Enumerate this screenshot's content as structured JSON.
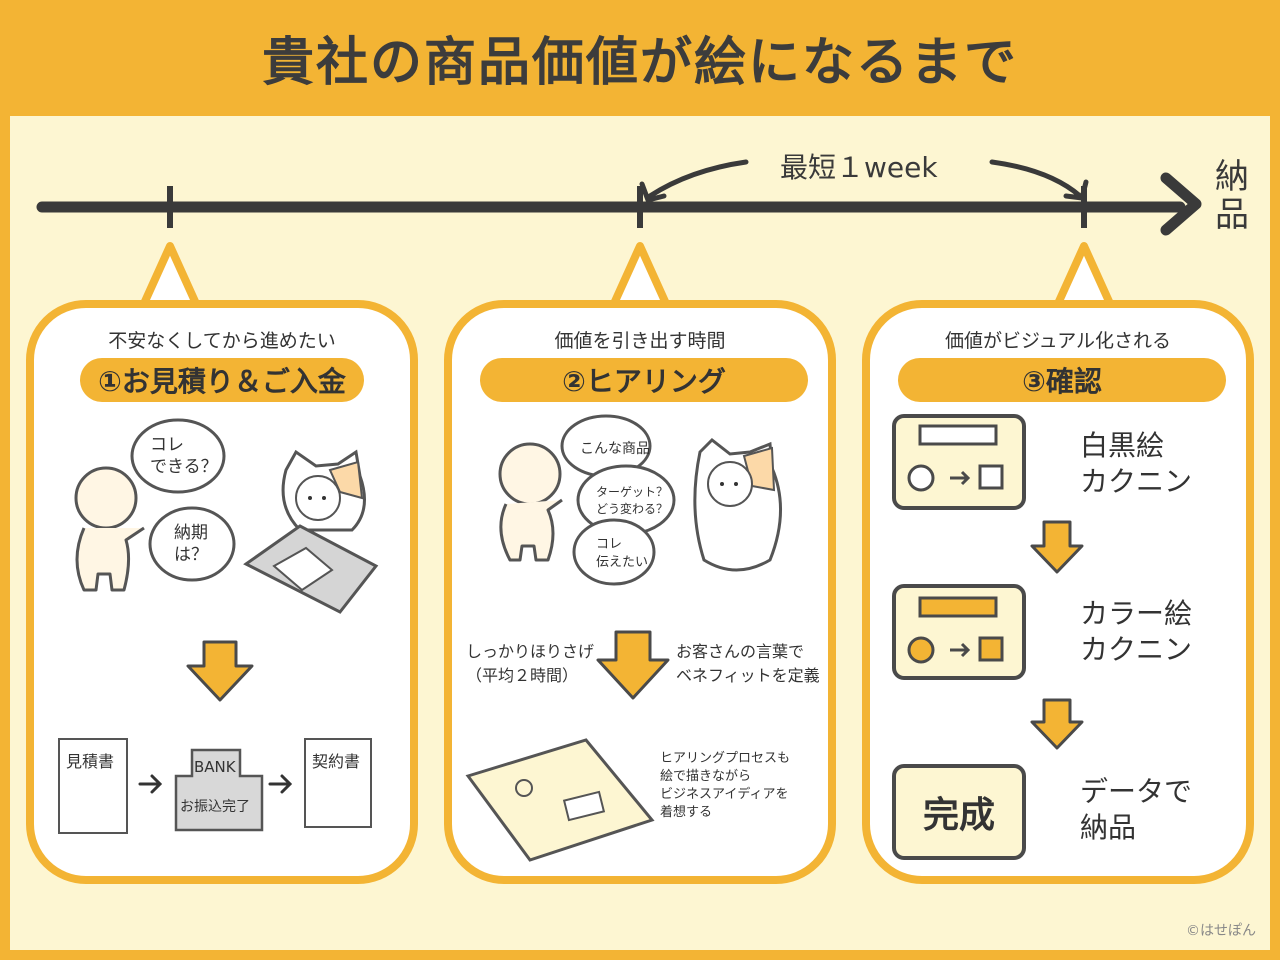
{
  "title": "貴社の商品価値が絵になるまで",
  "timeline": {
    "span_label": "最短１week",
    "delivery_chars": [
      "納",
      "品"
    ]
  },
  "steps": [
    {
      "subtitle": "不安なくしてから進めたい",
      "label": "①お見積り＆ご入金",
      "bubbles": [
        "コレ",
        "できる？",
        "納期",
        "は？"
      ],
      "docs": {
        "estimate": "見積書",
        "bank": "BANK",
        "payment": "お振込完了",
        "contract": "契約書"
      }
    },
    {
      "subtitle": "価値を引き出す時間",
      "label": "②ヒアリング",
      "bubbles": [
        "こんな商品",
        "ターゲット？",
        "どう変わる？",
        "コレ",
        "伝えたい"
      ],
      "left_note": [
        "しっかりほりさげ",
        "（平均２時間）"
      ],
      "right_note": [
        "お客さんの言葉で",
        "ベネフィットを定義"
      ],
      "bottom_note": [
        "ヒアリングプロセスも",
        "絵で描きながら",
        "ビジネスアイディアを",
        "着想する"
      ]
    },
    {
      "subtitle": "価値がビジュアル化される",
      "label": "③確認",
      "items": [
        {
          "lines": [
            "白黒絵",
            "カクニン"
          ]
        },
        {
          "lines": [
            "カラー絵",
            "カクニン"
          ]
        },
        {
          "box_text": "完成",
          "lines": [
            "データで",
            "納品"
          ]
        }
      ]
    }
  ],
  "copyright": "©はせぽん",
  "colors": {
    "accent": "#f3b434",
    "background": "#fdf6d2",
    "ink": "#3a3a3a"
  }
}
